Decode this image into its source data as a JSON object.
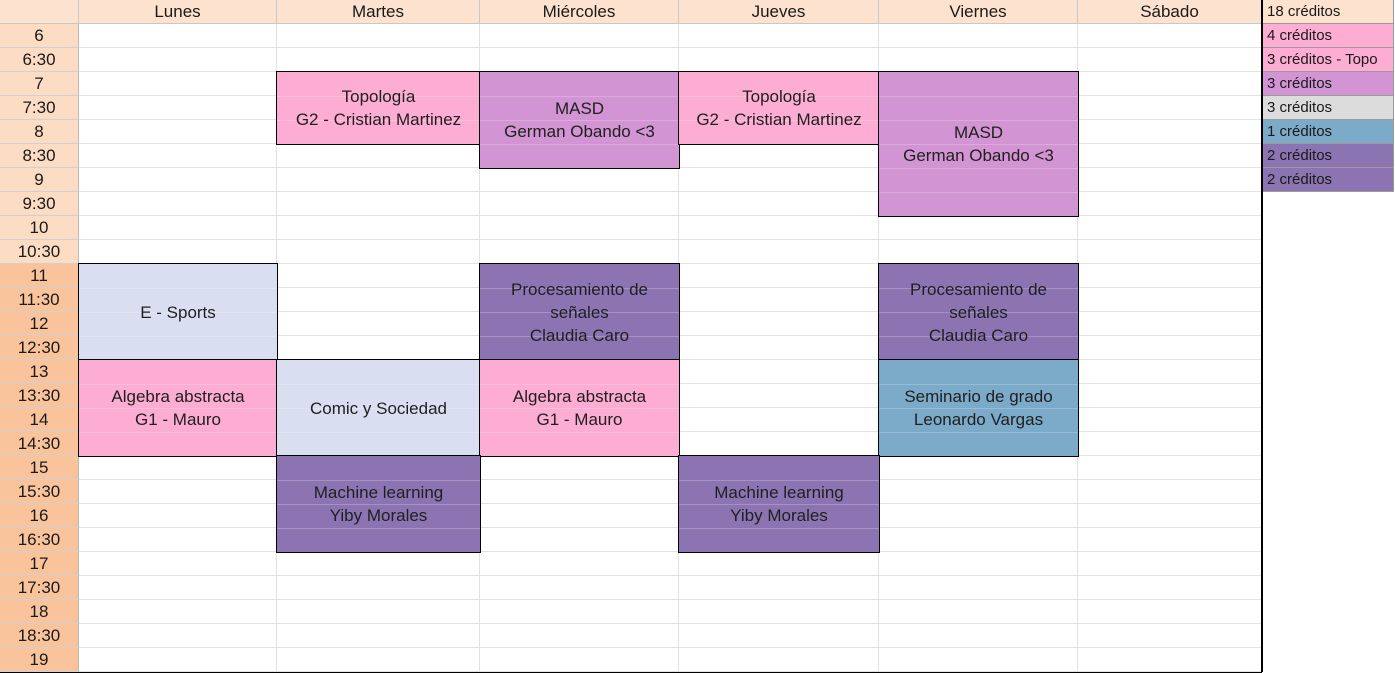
{
  "days": [
    "Lunes",
    "Martes",
    "Miércoles",
    "Jueves",
    "Viernes",
    "Sábado"
  ],
  "times": [
    "6",
    "6:30",
    "7",
    "7:30",
    "8",
    "8:30",
    "9",
    "9:30",
    "10",
    "10:30",
    "11",
    "11:30",
    "12",
    "12:30",
    "13",
    "13:30",
    "14",
    "14:30",
    "15",
    "15:30",
    "16",
    "16:30",
    "17",
    "17:30",
    "18",
    "18:30",
    "19"
  ],
  "colors": {
    "header": "#fde3cf",
    "time_light": "#fcdcc2",
    "time_dark": "#f9c49c",
    "pink": "#fdacd3",
    "orchid": "#d294d2",
    "lavender": "#d9dff0",
    "purple": "#8c74b2",
    "blue": "#7caac9",
    "gray": "#dcdcdc"
  },
  "events": [
    {
      "day": 1,
      "start": 2,
      "span": 3,
      "color": "pink",
      "lines": [
        "Topología",
        "G2 - Cristian Martinez"
      ]
    },
    {
      "day": 2,
      "start": 2,
      "span": 4,
      "color": "orchid",
      "lines": [
        "MASD",
        "German Obando <3"
      ]
    },
    {
      "day": 3,
      "start": 2,
      "span": 3,
      "color": "pink",
      "lines": [
        "Topología",
        "G2 - Cristian Martinez"
      ]
    },
    {
      "day": 4,
      "start": 2,
      "span": 6,
      "color": "orchid",
      "lines": [
        "MASD",
        "German Obando <3"
      ]
    },
    {
      "day": 0,
      "start": 10,
      "span": 4,
      "color": "lavender",
      "lines": [
        "E - Sports"
      ]
    },
    {
      "day": 2,
      "start": 10,
      "span": 4,
      "color": "purple",
      "lines": [
        "Procesamiento de",
        "señales",
        "Claudia Caro"
      ]
    },
    {
      "day": 4,
      "start": 10,
      "span": 4,
      "color": "purple",
      "lines": [
        "Procesamiento de",
        "señales",
        "Claudia Caro"
      ]
    },
    {
      "day": 0,
      "start": 14,
      "span": 4,
      "color": "pink",
      "lines": [
        "Algebra abstracta",
        "G1 - Mauro"
      ]
    },
    {
      "day": 1,
      "start": 14,
      "span": 4,
      "color": "lavender",
      "lines": [
        "Comic y Sociedad"
      ]
    },
    {
      "day": 2,
      "start": 14,
      "span": 4,
      "color": "pink",
      "lines": [
        "Algebra abstracta",
        "G1 - Mauro"
      ]
    },
    {
      "day": 4,
      "start": 14,
      "span": 4,
      "color": "blue",
      "lines": [
        "Seminario de grado",
        "Leonardo Vargas"
      ]
    },
    {
      "day": 1,
      "start": 18,
      "span": 4,
      "color": "purple",
      "lines": [
        "Machine learning",
        "Yiby Morales"
      ]
    },
    {
      "day": 3,
      "start": 18,
      "span": 4,
      "color": "purple",
      "lines": [
        "Machine learning",
        "Yiby Morales"
      ]
    }
  ],
  "legend": [
    {
      "label": "18 créditos",
      "color": "header"
    },
    {
      "label": "4 créditos",
      "color": "pink"
    },
    {
      "label": "3 créditos - Topo",
      "color": "pink"
    },
    {
      "label": "3 créditos",
      "color": "orchid"
    },
    {
      "label": "3 créditos",
      "color": "gray"
    },
    {
      "label": "1 créditos",
      "color": "blue"
    },
    {
      "label": "2 créditos",
      "color": "purple"
    },
    {
      "label": "2 créditos",
      "color": "purple"
    }
  ]
}
